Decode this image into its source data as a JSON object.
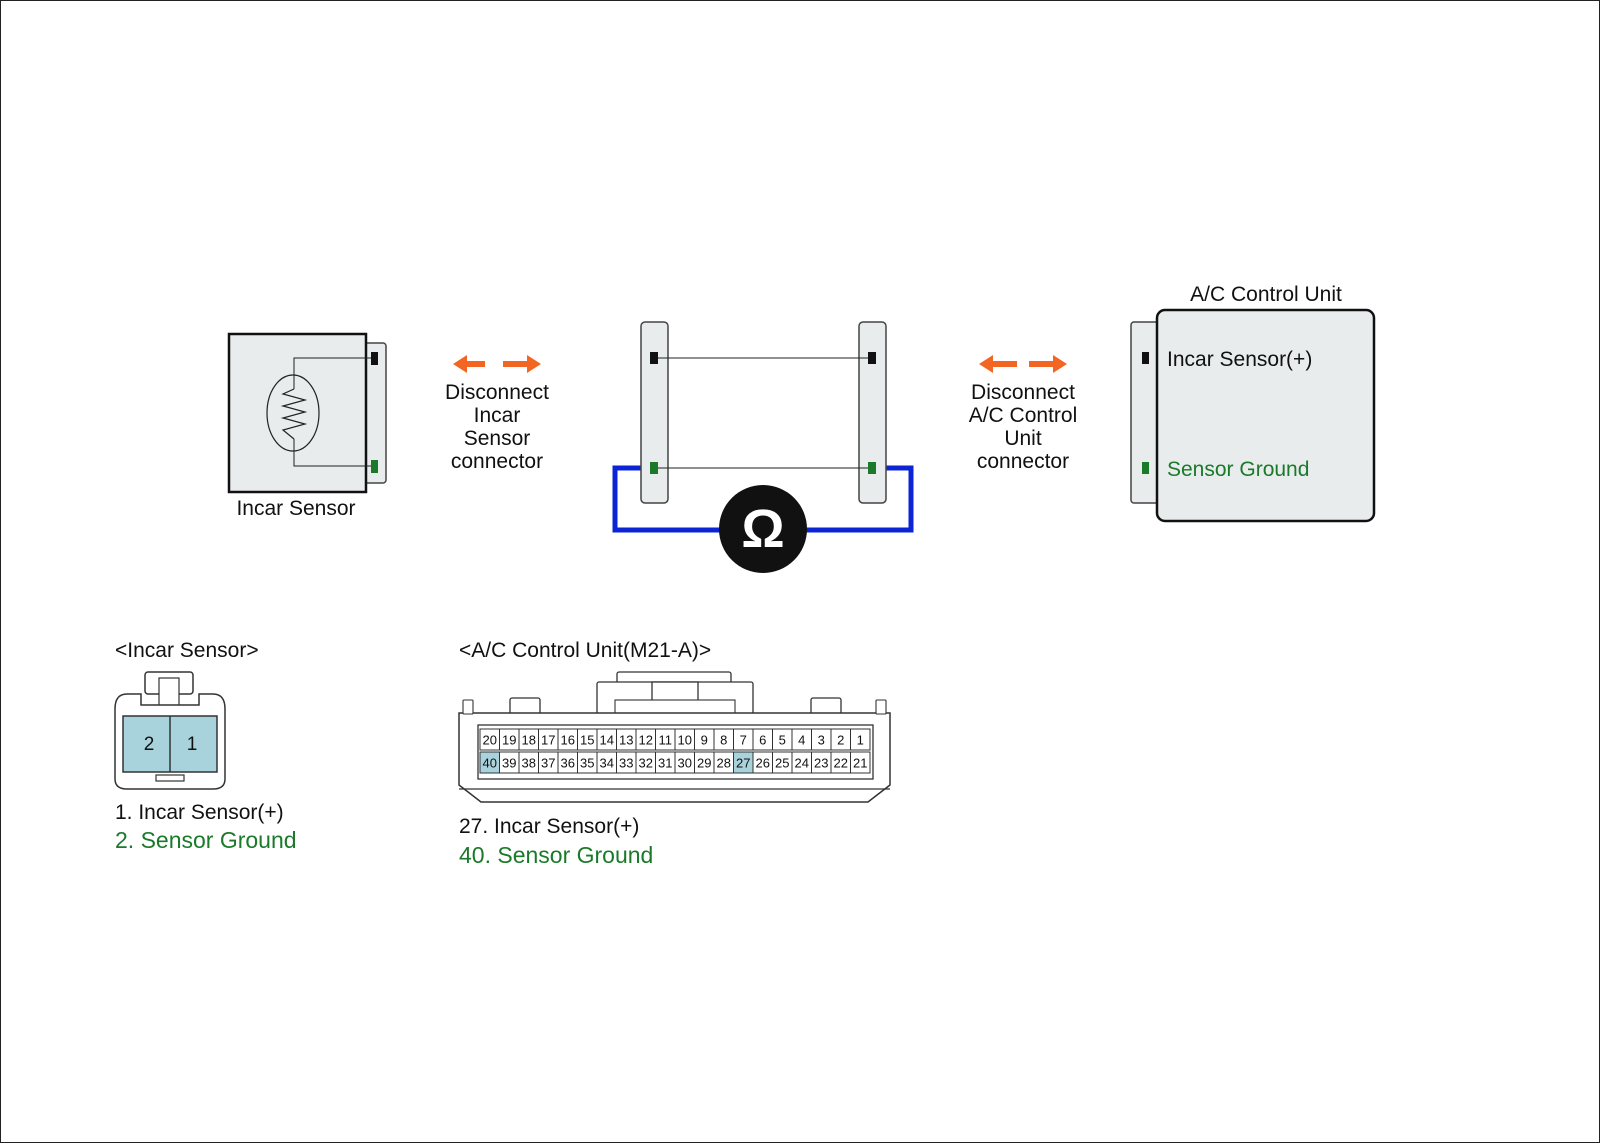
{
  "diagram": {
    "incar_sensor_label": "Incar Sensor",
    "disconnect_left": [
      "Disconnect",
      "Incar",
      "Sensor",
      "connector"
    ],
    "disconnect_right": [
      "Disconnect",
      "A/C Control",
      "Unit",
      "connector"
    ],
    "ac_unit_title": "A/C Control Unit",
    "ac_pin_plus": "Incar Sensor(+)",
    "ac_pin_ground": "Sensor Ground",
    "ohm_symbol": "Ω",
    "colors": {
      "arrow": "#f26522",
      "wire_blue": "#0b24d6",
      "ground_green": "#1a7a2a",
      "panel_fill": "#e8ecec",
      "pin_highlight": "#a9d3dc"
    }
  },
  "incar_connector": {
    "title": "<Incar Sensor>",
    "pins": [
      "2",
      "1"
    ],
    "legend_1": "1. Incar Sensor(+)",
    "legend_2": "2. Sensor Ground"
  },
  "ac_connector": {
    "title": "<A/C Control Unit(M21-A)>",
    "row_top": [
      "20",
      "19",
      "18",
      "17",
      "16",
      "15",
      "14",
      "13",
      "12",
      "11",
      "10",
      "9",
      "8",
      "7",
      "6",
      "5",
      "4",
      "3",
      "2",
      "1"
    ],
    "row_bottom": [
      "40",
      "39",
      "38",
      "37",
      "36",
      "35",
      "34",
      "33",
      "32",
      "31",
      "30",
      "29",
      "28",
      "27",
      "26",
      "25",
      "24",
      "23",
      "22",
      "21"
    ],
    "highlight_pins": [
      "40",
      "27"
    ],
    "legend_27": "27. Incar Sensor(+)",
    "legend_40": "40. Sensor Ground"
  }
}
